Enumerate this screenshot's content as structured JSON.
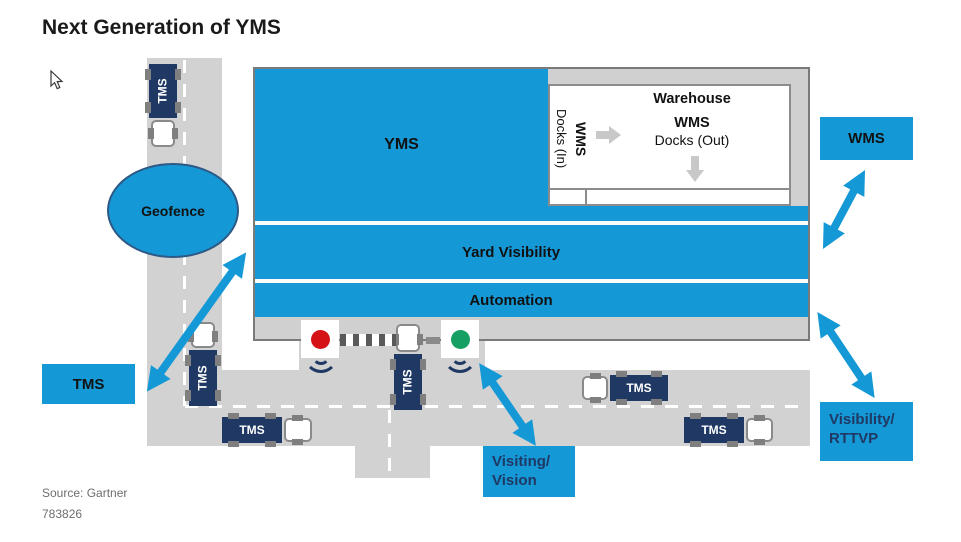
{
  "title": "Next Generation of YMS",
  "building": {
    "yms_label": "YMS",
    "yard_visibility_label": "Yard Visibility",
    "automation_label": "Automation",
    "warehouse": {
      "title": "Warehouse",
      "docks_in_line1": "WMS",
      "docks_in_line2": "Docks (In)",
      "docks_out_line1": "WMS",
      "docks_out_line2": "Docks (Out)"
    }
  },
  "nodes": {
    "geofence": "Geofence",
    "tms": "TMS",
    "wms": "WMS",
    "visibility_rttvp_line1": "Visibility/",
    "visibility_rttvp_line2": "RTTVP",
    "visiting_vision_line1": "Visiting/",
    "visiting_vision_line2": "Vision"
  },
  "trucks": [
    {
      "label": "TMS"
    },
    {
      "label": "TMS"
    },
    {
      "label": "TMS"
    },
    {
      "label": "TMS"
    },
    {
      "label": "TMS"
    },
    {
      "label": "TMS"
    }
  ],
  "footer": {
    "source": "Source: Gartner",
    "doc_number": "783826"
  },
  "colors": {
    "accent_blue": "#1599D6",
    "navy": "#1F3864",
    "red_light": "#D51317",
    "green_light": "#169F62",
    "road_gray": "#D2D2D2",
    "building_gray": "#D0D0D0",
    "border_gray": "#7A7A7A"
  }
}
